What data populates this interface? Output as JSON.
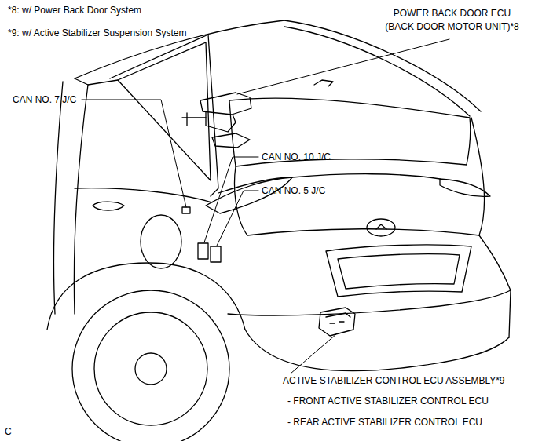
{
  "diagram": {
    "labels": [
      "*8: w/ Power Back Door System",
      "*9: w/ Active Stabilizer Suspension System",
      "POWER BACK DOOR ECU (BACK DOOR MOTOR UNIT)*8",
      "CAN NO. 7 J/C",
      "CAN NO. 10 J/C",
      "CAN NO. 5 J/C",
      "ACTIVE STABILIZER CONTROL ECU ASSEMBLY*9",
      "- FRONT ACTIVE STABILIZER CONTROL ECU",
      "- REAR ACTIVE STABILIZER CONTROL ECU",
      "C"
    ]
  }
}
